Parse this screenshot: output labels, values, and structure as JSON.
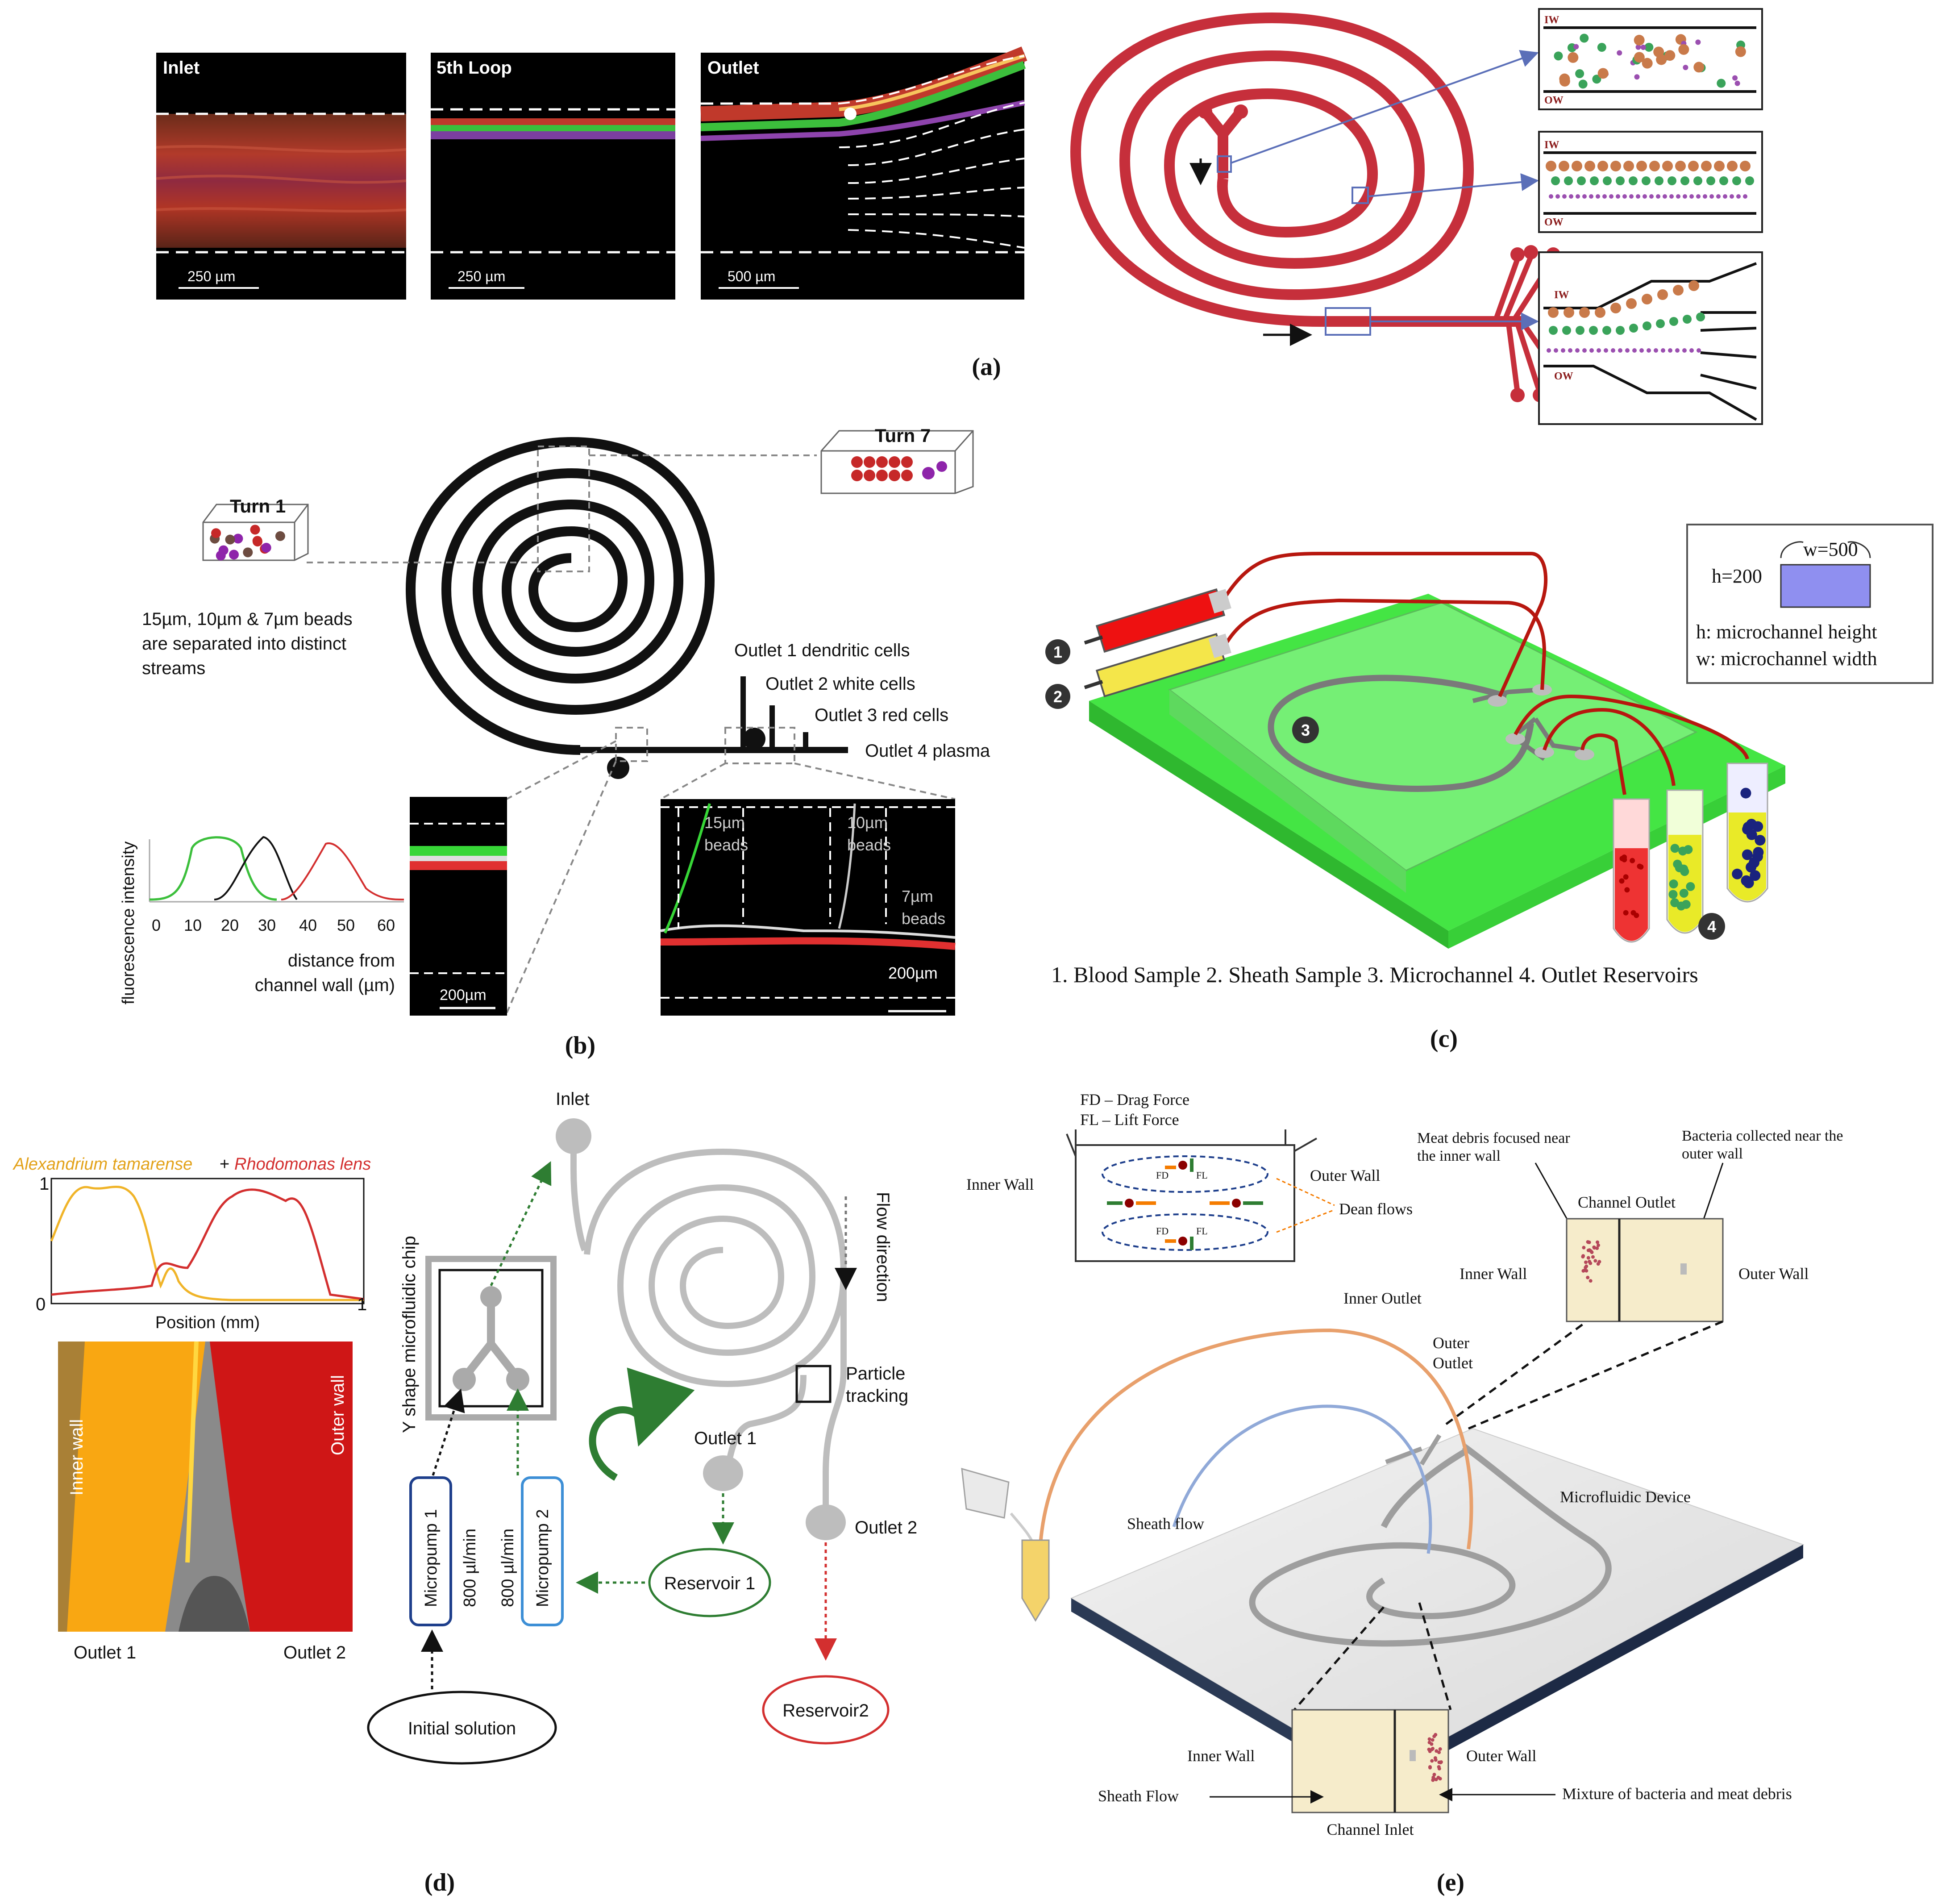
{
  "panel_a": {
    "caption": "(a)",
    "micro_titles": [
      "Inlet",
      "5th Loop",
      "Outlet"
    ],
    "scale_bars": [
      "250 µm",
      "250 µm",
      "500 µm"
    ],
    "wall_inner": "IW",
    "wall_outer": "OW"
  },
  "panel_b": {
    "caption": "(b)",
    "turn1": "Turn 1",
    "turn7": "Turn 7",
    "beads_note": [
      "15µm, 10µm & 7µm beads",
      "are separated into distinct",
      "streams"
    ],
    "outlets": [
      "Outlet 1 dendritic cells",
      "Outlet 2 white cells",
      "Outlet 3 red cells",
      "Outlet 4 plasma"
    ],
    "ylabel": "fluorescence intensity",
    "xticks": [
      "0",
      "10",
      "20",
      "30",
      "40",
      "50",
      "60"
    ],
    "xlabel": [
      "distance from",
      "channel wall (µm)"
    ],
    "scale_small": "200µm",
    "bead_15": [
      "15µm",
      "beads"
    ],
    "bead_10": [
      "10µm",
      "beads"
    ],
    "bead_7": [
      "7µm",
      "beads"
    ],
    "scale_large": "200µm"
  },
  "panel_c": {
    "caption": "(c)",
    "markers": [
      "1",
      "2",
      "3",
      "4"
    ],
    "h_label": "h=200",
    "w_label": "w=500",
    "h_def": "h: microchannel height",
    "w_def": "w: microchannel width",
    "legend": "1. Blood Sample  2. Sheath Sample  3. Microchannel  4. Outlet Reservoirs"
  },
  "panel_d": {
    "caption": "(d)",
    "species_a": "Alexandrium tamarense",
    "plus": "+",
    "species_b": "Rhodomonas lens",
    "y_max": "1",
    "y_min": "0",
    "x_max": "1",
    "xlabel": "Position (mm)",
    "inner_wall": "Inner wall",
    "outer_wall": "Outer wall",
    "outlet1": "Outlet 1",
    "outlet2": "Outlet 2",
    "inlet": "Inlet",
    "chip_label": "Y shape microfluidic chip",
    "flow_direction": "Flow direction",
    "particle_tracking": [
      "Particle",
      "tracking"
    ],
    "chip_outlet1": "Outlet 1",
    "chip_outlet2": "Outlet 2",
    "micropump1": "Micropump 1",
    "micropump2": "Micropump 2",
    "rate1": "800 µl/min",
    "rate2": "800 µl/min",
    "reservoir1": "Reservoir 1",
    "reservoir2": "Reservoir2",
    "initial": "Initial solution"
  },
  "panel_e": {
    "caption": "(e)",
    "fd_label": "FD – Drag Force",
    "fl_label": "FL – Lift Force",
    "inner_wall_top": "Inner Wall",
    "outer_wall_top": "Outer Wall",
    "dean_flows": "Dean flows",
    "meat_note": [
      "Meat debris focused near",
      "the inner wall"
    ],
    "bacteria_note": [
      "Bacteria collected near the",
      "outer wall"
    ],
    "channel_outlet": "Channel Outlet",
    "inner_wall_mid": "Inner Wall",
    "outer_wall_mid": "Outer Wall",
    "inner_outlet": "Inner Outlet",
    "outer_outlet": [
      "Outer",
      "Outlet"
    ],
    "sheath_flow_top": "Sheath flow",
    "device": "Microfluidic Device",
    "inner_wall_bottom": "Inner Wall",
    "outer_wall_bottom": "Outer Wall",
    "sheath_flow_bottom": "Sheath Flow",
    "mixture": "Mixture of bacteria and meat debris",
    "channel_inlet": "Channel Inlet",
    "force_fd": "FD",
    "force_fl": "FL"
  }
}
